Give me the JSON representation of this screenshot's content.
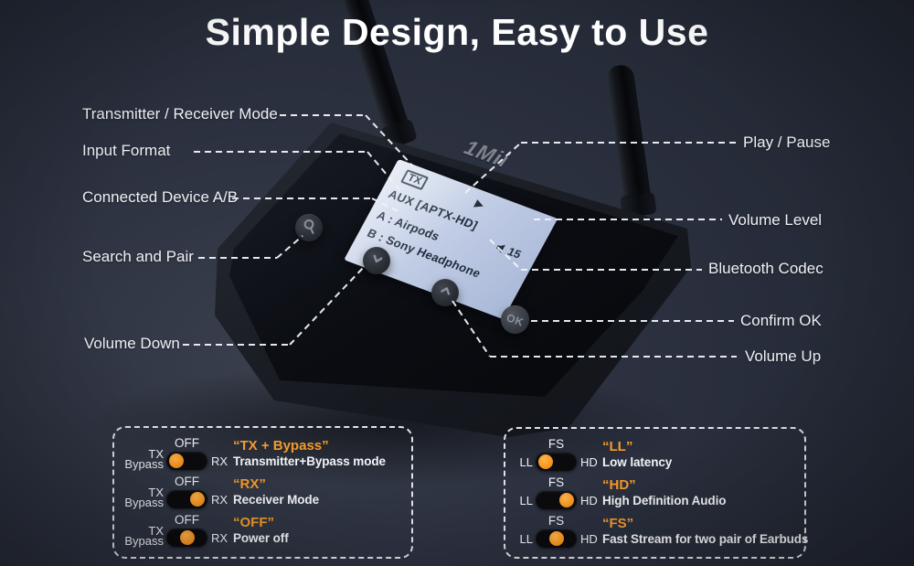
{
  "title": "Simple Design, Easy to Use",
  "brand": "1Mii",
  "colors": {
    "accent": "#F7941D",
    "screen_blue": "#C3CEE6",
    "background": "#2C3140"
  },
  "screen": {
    "mode_badge": "TX",
    "play_icon": "play-triangle",
    "input_line": "AUX  [APTX-HD]",
    "speaker_icon": "speaker",
    "volume": "15",
    "device_a": "A : Airpods",
    "device_b": "B : Sony Headphone"
  },
  "device_buttons": {
    "search_icon": "magnifier",
    "down_icon": "chevron-down",
    "up_icon": "chevron-up",
    "ok_label": "OK"
  },
  "callouts": {
    "left": [
      "Transmitter / Receiver Mode",
      "Input Format",
      "Connected Device A/B",
      "Search and Pair",
      "Volume Down"
    ],
    "right": [
      "Play / Pause",
      "Volume Level",
      "Bluetooth Codec",
      "Confirm OK",
      "Volume Up"
    ]
  },
  "mode_switch": {
    "rows": [
      {
        "top": "OFF",
        "side_a1": "TX",
        "side_a2": "Bypass",
        "side_b": "RX",
        "knob": "left",
        "title": "“TX + Bypass”",
        "desc": "Transmitter+Bypass mode"
      },
      {
        "top": "OFF",
        "side_a1": "TX",
        "side_a2": "Bypass",
        "side_b": "RX",
        "knob": "right",
        "title": "“RX”",
        "desc": "Receiver Mode"
      },
      {
        "top": "OFF",
        "side_a1": "TX",
        "side_a2": "Bypass",
        "side_b": "RX",
        "knob": "center",
        "title": "“OFF”",
        "desc": "Power off"
      }
    ]
  },
  "codec_switch": {
    "rows": [
      {
        "top": "FS",
        "side_a": "LL",
        "side_b": "HD",
        "knob": "left",
        "title": "“LL”",
        "desc": "Low latency"
      },
      {
        "top": "FS",
        "side_a": "LL",
        "side_b": "HD",
        "knob": "right",
        "title": "“HD”",
        "desc": "High Definition Audio"
      },
      {
        "top": "FS",
        "side_a": "LL",
        "side_b": "HD",
        "knob": "center",
        "title": "“FS”",
        "desc": "Fast Stream for two pair of Earbuds"
      }
    ]
  }
}
